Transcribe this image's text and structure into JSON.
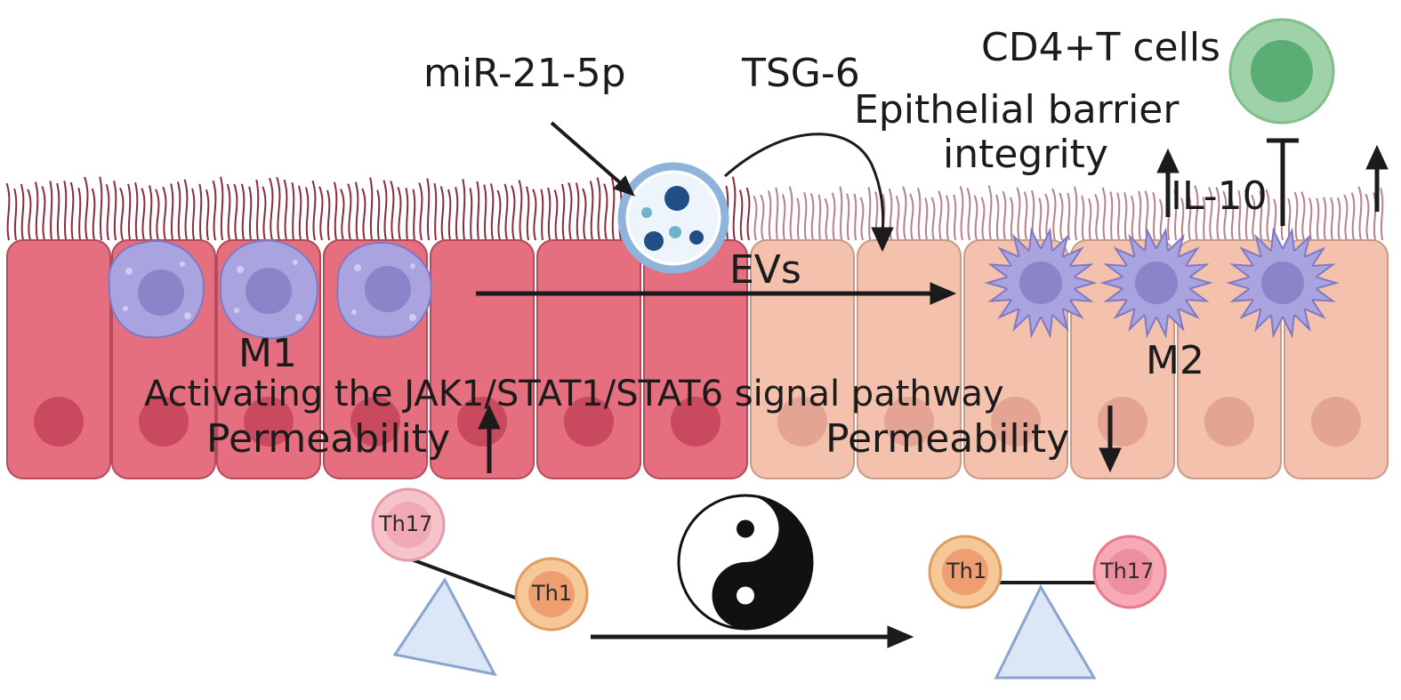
{
  "labels": {
    "mirna": "miR-21-5p",
    "tsg6": "TSG-6",
    "cd4": "CD4+T cells",
    "epithelial_line1": "Epithelial barrier",
    "epithelial_line2": "integrity",
    "il10": "IL-10",
    "evs": "EVs",
    "m1": "M1",
    "m2": "M2",
    "pathway": "Activating the JAK1/STAT1/STAT6 signal pathway",
    "permeability_left": "Permeability",
    "permeability_right": "Permeability",
    "th17_left": "Th17",
    "th1_left": "Th1",
    "th1_right": "Th1",
    "th17_right": "Th17"
  },
  "colors": {
    "inflamed_cell": "#e56f7e",
    "inflamed_nucleus": "#c94a5e",
    "healthy_cell": "#f4c1ac",
    "healthy_nucleus": "#e3a493",
    "cilia": "#8a2c3c",
    "macrophage": "#a9a4e0",
    "macrophage_nucleus": "#8a84c8",
    "cd4_outer": "#9fd2a9",
    "cd4_inner": "#5aae74",
    "th17": "#f1a9b6",
    "th1": "#f3b67e",
    "triangle": "#dbe6f7"
  },
  "icons": {
    "ev": "extracellular-vesicle-icon",
    "yin_yang": "yin-yang-icon",
    "macrophage": "macrophage-icon",
    "t_cell": "t-cell-icon",
    "scale": "balance-scale-icon"
  }
}
